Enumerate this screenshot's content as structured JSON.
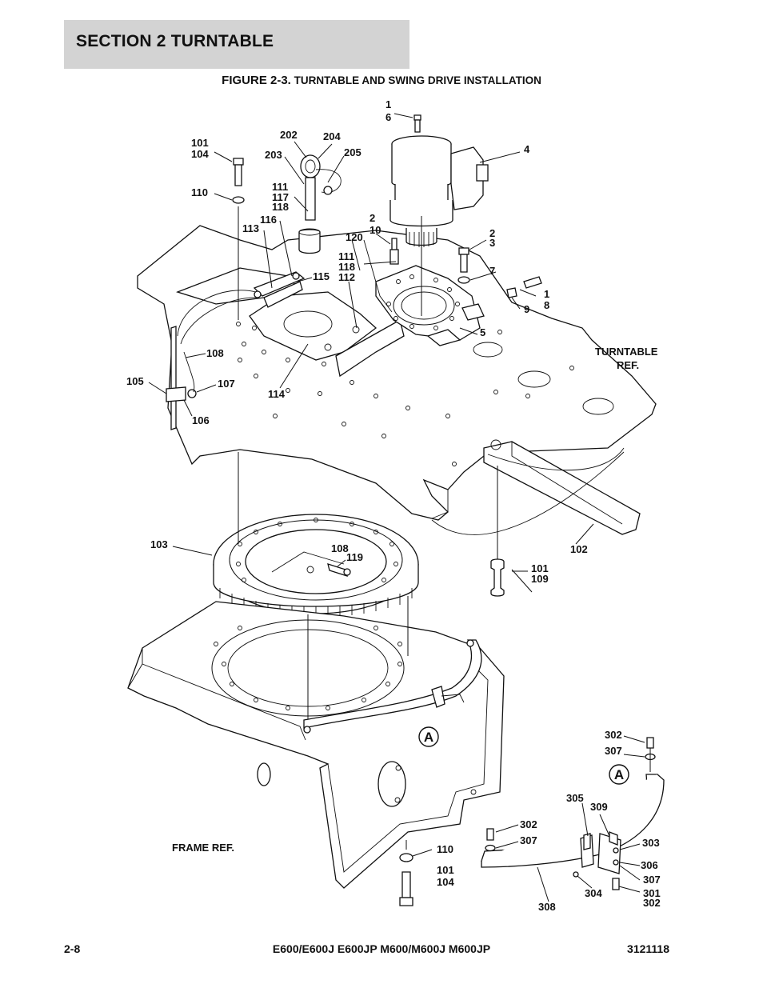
{
  "header": {
    "section": "SECTION 2   TURNTABLE",
    "figure_number": "FIGURE 2-3.",
    "figure_title": " TURNTABLE AND SWING DRIVE INSTALLATION"
  },
  "footer": {
    "page": "2-8",
    "models": "E600/E600J E600JP M600/M600J M600JP",
    "doc_number": "3121118"
  },
  "callouts": [
    "1",
    "6",
    "4",
    "202",
    "204",
    "101",
    "104",
    "203",
    "205",
    "110",
    "111",
    "117",
    "118",
    "2",
    "10",
    "113",
    "116",
    "120",
    "3",
    "118",
    "115",
    "112",
    "7",
    "1",
    "8",
    "9",
    "5",
    "TURNTABLE",
    "REF.",
    "108",
    "105",
    "107",
    "114",
    "106",
    "103",
    "108",
    "119",
    "102",
    "101",
    "109",
    "302",
    "307",
    "305",
    "309",
    "302",
    "307",
    "303",
    "306",
    "307",
    "301",
    "302",
    "304",
    "308",
    "110",
    "101",
    "104",
    "FRAME REF.",
    "2",
    "111",
    "A",
    "A"
  ]
}
